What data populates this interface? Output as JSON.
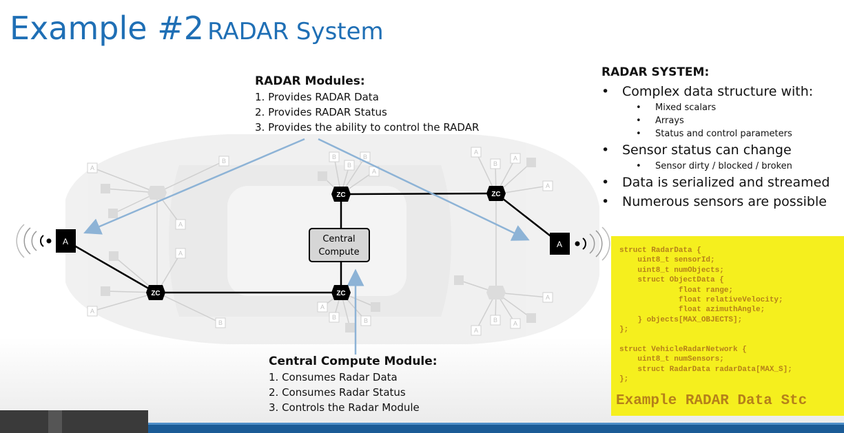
{
  "title": {
    "main": "Example #2",
    "sub": "RADAR System"
  },
  "radar_modules": {
    "heading": "RADAR Modules:",
    "items": [
      "1. Provides RADAR Data",
      "2. Provides RADAR Status",
      "3. Provides the ability to control the RADAR"
    ]
  },
  "central_module": {
    "heading": "Central Compute Module:",
    "items": [
      "1. Consumes Radar Data",
      "2. Consumes Radar Status",
      "3. Controls the Radar Module"
    ]
  },
  "radar_system": {
    "heading": "RADAR SYSTEM:",
    "bullet1": "Complex data structure with:",
    "sub1": [
      "Mixed scalars",
      "Arrays",
      "Status and control parameters"
    ],
    "bullet2": "Sensor status can change",
    "sub2": [
      "Sensor dirty / blocked / broken"
    ],
    "bullet3": "Data is serialized and streamed",
    "bullet4": "Numerous sensors are possible"
  },
  "diagram": {
    "central_compute_line1": "Central",
    "central_compute_line2": "Compute",
    "zc_label": "ZC",
    "radar_label": "A",
    "sensor_a": "A",
    "sensor_b": "B"
  },
  "code": {
    "text": "struct RadarData {\n    uint8_t sensorId;\n    uint8_t numObjects;\n    struct ObjectData {\n             float range;\n             float relativeVelocity;\n             float azimuthAngle;\n    } objects[MAX_OBJECTS];\n};\n\nstruct VehicleRadarNetwork {\n    uint8_t numSensors;\n    struct RadarData radarData[MAX_S];\n};",
    "caption": "Example RADAR Data Stc"
  },
  "colors": {
    "title": "#1f6fb5",
    "code_bg": "#f5ef1e",
    "code_text": "#b5801a",
    "arrow": "#8db3d6",
    "bar": "#1b5b96"
  }
}
